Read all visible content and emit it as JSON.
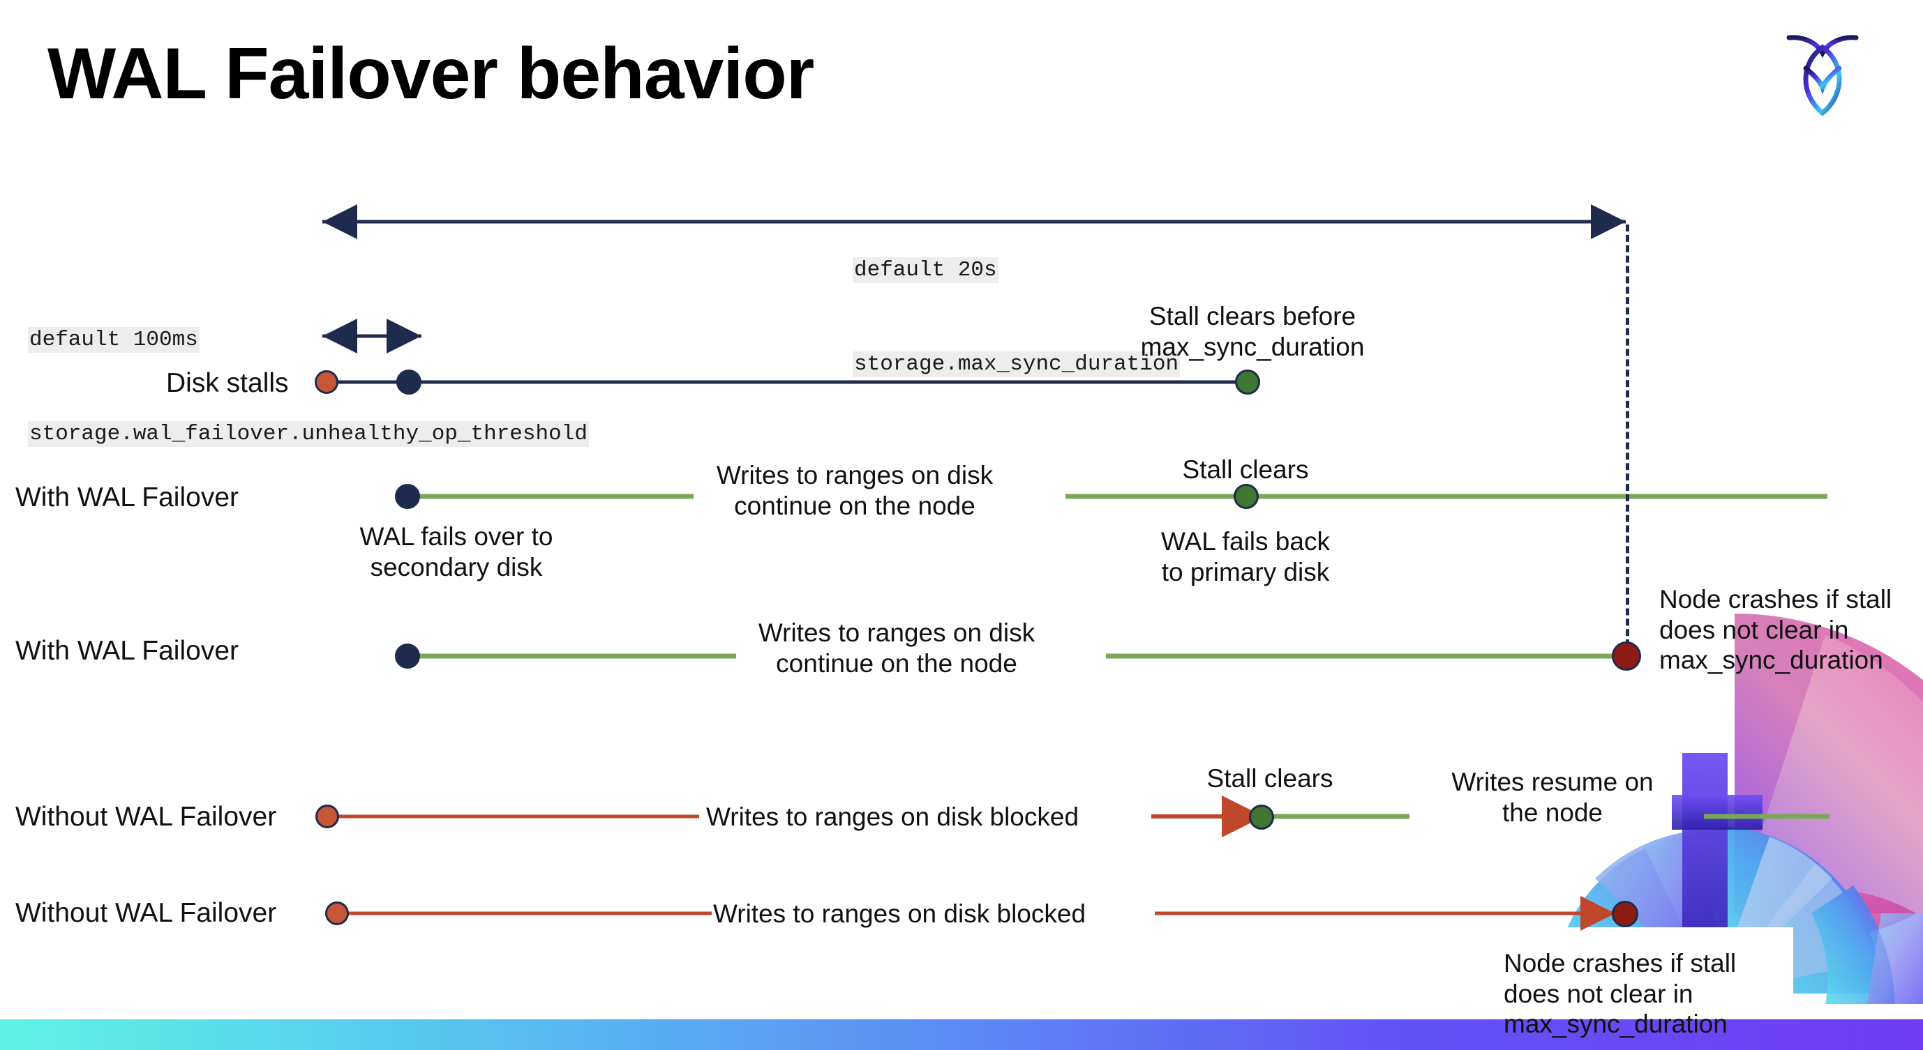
{
  "slide": {
    "title": "WAL Failover behavior",
    "logo_name": "cockroachdb-logo"
  },
  "colors": {
    "navy": "#1f2b4d",
    "green_line": "#7aa75a",
    "green_dot": "#3f7730",
    "red_line": "#c0472b",
    "orange_dot": "#c75737",
    "dark_red_dot": "#8e1a14",
    "code_bg": "#ededed",
    "bottom_bar_left": "#5ef3e4",
    "bottom_bar_right": "#6f3cf3"
  },
  "annotations": {
    "max_sync": {
      "line1": "default 20s",
      "line2": "storage.max_sync_duration"
    },
    "unhealthy_threshold": {
      "line1": "default 100ms",
      "line2": "storage.wal_failover.unhealthy_op_threshold"
    }
  },
  "rows": [
    {
      "id": "disk-stalls",
      "label": "Disk stalls",
      "note_right": "Stall clears before\nmax_sync_duration"
    },
    {
      "id": "with-wal-failover-clears",
      "label": "With WAL Failover",
      "note_below_start": "WAL fails over to\nsecondary disk",
      "note_mid": "Writes to ranges on disk\ncontinue on the node",
      "note_above_clear": "Stall clears",
      "note_below_clear": "WAL fails  back\nto primary disk"
    },
    {
      "id": "with-wal-failover-crash",
      "label": "With WAL Failover",
      "note_mid": "Writes to ranges on disk\ncontinue on the node",
      "note_right": "Node crashes if stall\ndoes not clear in\nmax_sync_duration"
    },
    {
      "id": "without-wal-failover-clears",
      "label": "Without WAL Failover",
      "note_mid": "Writes to ranges on disk  blocked",
      "note_above_clear": "Stall clears",
      "note_right": "Writes resume on\nthe node"
    },
    {
      "id": "without-wal-failover-crash",
      "label": "Without WAL Failover",
      "note_mid": "Writes to ranges on disk  blocked",
      "note_right": "Node crashes if stall\ndoes not clear in\nmax_sync_duration"
    }
  ]
}
